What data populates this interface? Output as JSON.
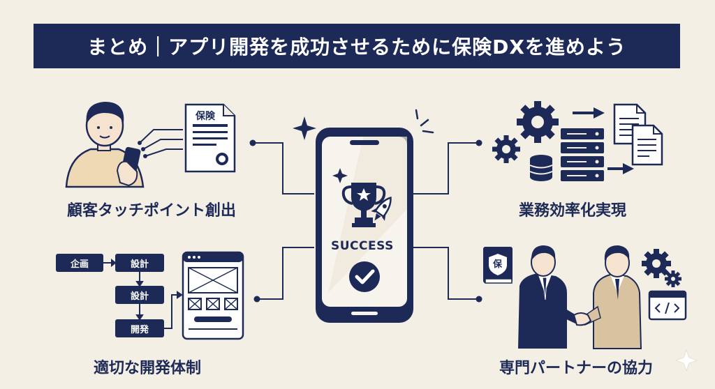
{
  "title": "まとめ｜アプリ開発を成功させるために保険DXを進めよう",
  "center": {
    "success_label": "SUCCESS"
  },
  "quadrants": {
    "top_left": {
      "label": "顧客タッチポイント創出",
      "document_text": "保険"
    },
    "top_right": {
      "label": "業務効率化実現"
    },
    "bottom_left": {
      "label": "適切な開発体制",
      "flow": [
        "企画",
        "設計",
        "設計",
        "開発"
      ]
    },
    "bottom_right": {
      "label": "専門パートナーの協力",
      "book_text": "保"
    }
  },
  "colors": {
    "navy": "#1d2a57",
    "background": "#f4efe4",
    "skin": "#f6e3cf",
    "sweater": "#efd8b4",
    "jacket": "#d8c2a0"
  }
}
